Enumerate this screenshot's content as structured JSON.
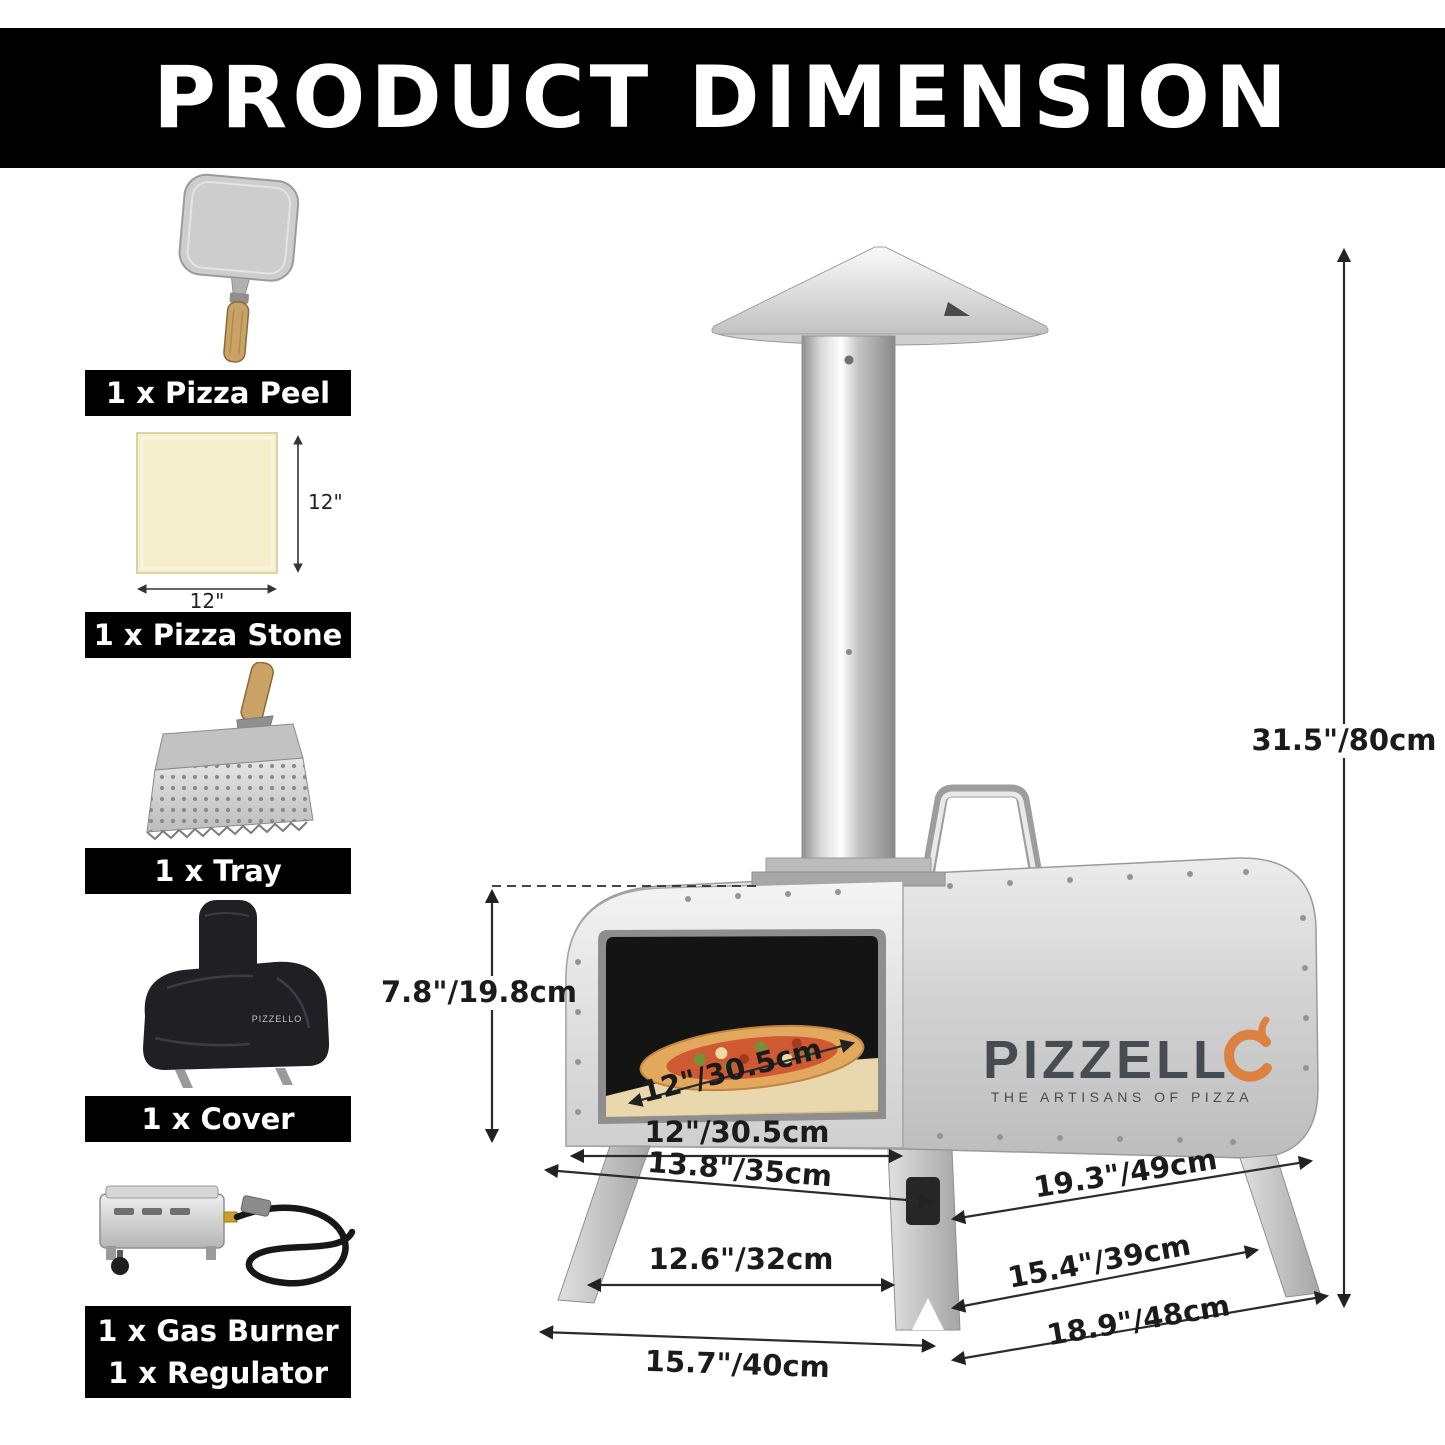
{
  "banner": {
    "title": "PRODUCT DIMENSION"
  },
  "accessories": [
    {
      "label": "1 x Pizza Peel"
    },
    {
      "label": "1 x Pizza Stone",
      "stone_width": "12\"",
      "stone_height": "12\""
    },
    {
      "label": "1 x Tray"
    },
    {
      "label": "1 x Cover"
    },
    {
      "label_line1": "1 x Gas Burner",
      "label_line2": "1 x Regulator"
    }
  ],
  "brand": {
    "wordmark": "PIZZELL",
    "tagline": "THE ARTISANS OF PIZZA",
    "cover_print": "PIZZELLO",
    "flame_color": "#dd8140"
  },
  "dimensions": {
    "total_height": "31.5\"/80cm",
    "opening_height": "7.8\"/19.8cm",
    "stone_diagonal": "12\"/30.5cm",
    "opening_width": "12\"/30.5cm",
    "front_width": "13.8\"/35cm",
    "side_depth": "19.3\"/49cm",
    "front_leg_span": "12.6\"/32cm",
    "side_leg_span": "15.4\"/39cm",
    "base_front_width": "15.7\"/40cm",
    "base_side_depth": "18.9\"/48cm"
  }
}
